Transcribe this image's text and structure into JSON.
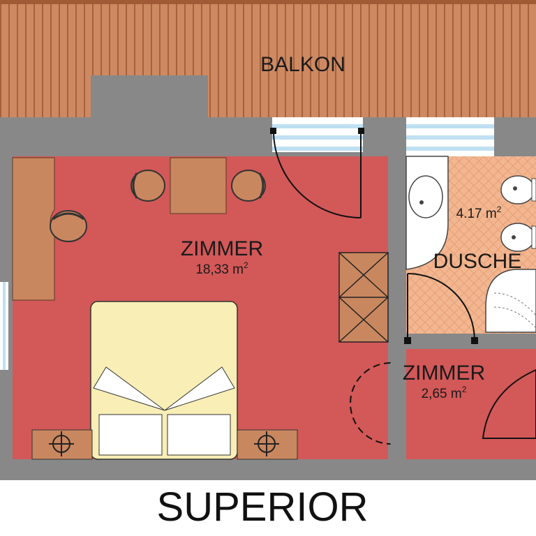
{
  "plan": {
    "title": "SUPERIOR",
    "rooms": [
      {
        "id": "balkon",
        "name": "BALKON",
        "area": ""
      },
      {
        "id": "zimmer-main",
        "name": "ZIMMER",
        "area": "18,33 m",
        "area_unit_sup": "2"
      },
      {
        "id": "dusche",
        "name": "DUSCHE",
        "area": "4.17 m",
        "area_unit_sup": "2"
      },
      {
        "id": "zimmer-small",
        "name": "ZIMMER",
        "area": "2,65 m",
        "area_unit_sup": "2"
      }
    ]
  },
  "colors": {
    "wall": "#888888",
    "balcony": "#cd8a62",
    "balcony_slat": "#a8603c",
    "room_red": "#d35858",
    "bath_tile": "#f2b690",
    "furniture": "#c9875f",
    "bed": "#f8eeb6",
    "window_blue": "#bfe0f2"
  }
}
